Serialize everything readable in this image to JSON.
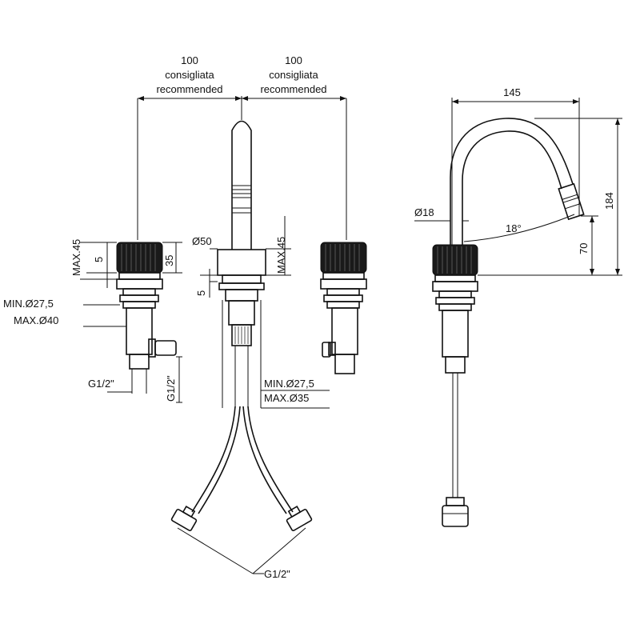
{
  "drawing": {
    "front_view": {
      "dim_left_spacing": {
        "value": "100",
        "line1": "consigliata",
        "line2": "recommended"
      },
      "dim_right_spacing": {
        "value": "100",
        "line1": "consigliata",
        "line2": "recommended"
      },
      "left_handle_max_height": "MAX.45",
      "left_handle_offset": "5",
      "left_handle_height": "35",
      "spout_diameter": "Ø50",
      "spout_max_height": "MAX.45",
      "spout_offset": "5",
      "left_hole_min": "MIN.Ø27,5",
      "left_hole_max": "MAX.Ø40",
      "left_thread": "G1/2\"",
      "left_side_thread": "G1/2\"",
      "center_hole_min": "MIN.Ø27,5",
      "center_hole_max": "MAX.Ø35",
      "hose_thread": "G1/2\""
    },
    "side_view": {
      "reach": "145",
      "total_height": "184",
      "outlet_height": "70",
      "spout_tube_diameter": "Ø18",
      "outlet_angle": "18°"
    }
  }
}
